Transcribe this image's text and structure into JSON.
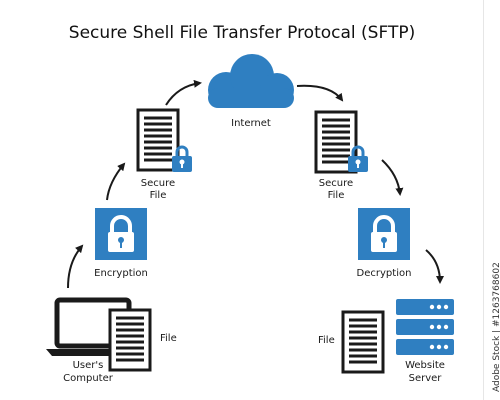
{
  "title": "Secure Shell File Transfer Protocal (SFTP)",
  "nodes": {
    "internet": "Internet",
    "secure_file_left": [
      "Secure",
      "File"
    ],
    "secure_file_right": [
      "Secure",
      "File"
    ],
    "encryption": "Encryption",
    "decryption": "Decryption",
    "computer": [
      "User's",
      "Computer"
    ],
    "file_left": "File",
    "file_right": "File",
    "server": [
      "Website",
      "Server"
    ]
  },
  "watermark": {
    "stock_id": "Adobe Stock | #1263768602"
  },
  "colors": {
    "accent": "#2f7fc1",
    "dark": "#1a1a1a"
  },
  "icons": [
    "cloud-icon",
    "document-icon",
    "padlock-icon",
    "laptop-icon",
    "server-icon",
    "arrow-icon"
  ]
}
